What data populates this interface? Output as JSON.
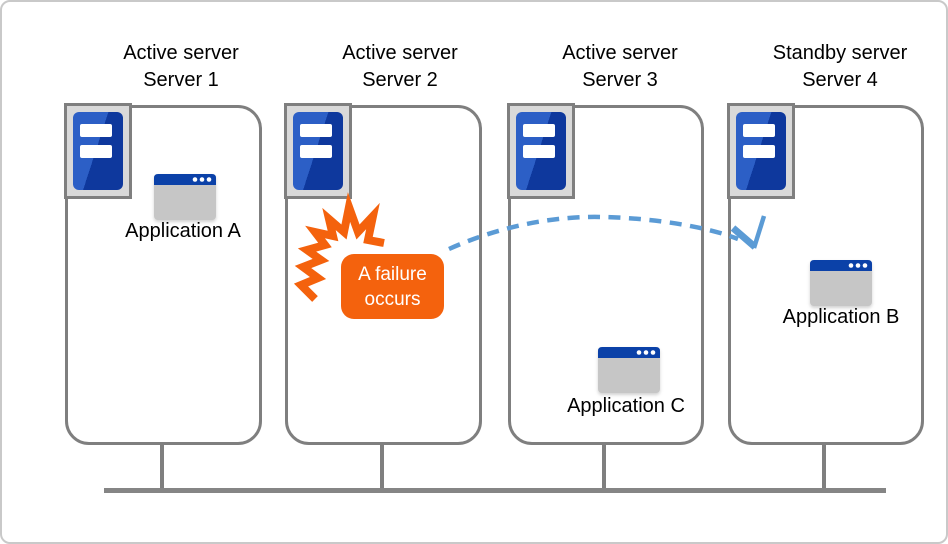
{
  "servers": [
    {
      "role": "Active server",
      "name": "Server 1",
      "app_label": "Application A"
    },
    {
      "role": "Active server",
      "name": "Server 2",
      "failure": {
        "line1": "A failure",
        "line2": "occurs"
      }
    },
    {
      "role": "Active server",
      "name": "Server 3",
      "app_label": "Application C"
    },
    {
      "role": "Standby server",
      "name": "Server 4",
      "app_label": "Application B"
    }
  ],
  "colors": {
    "failure_orange": "#f4620d",
    "server_blue_light": "#2c5fc6",
    "server_blue_dark": "#0e389d",
    "app_titlebar_blue": "#0b41a8",
    "arrow_blue": "#5b9bd5",
    "line_gray": "#7f7f7f"
  },
  "icons": {
    "server": "server-tower-icon",
    "application": "app-window-icon",
    "failure": "failure-burst-icon",
    "failover": "failover-arrow-icon"
  }
}
